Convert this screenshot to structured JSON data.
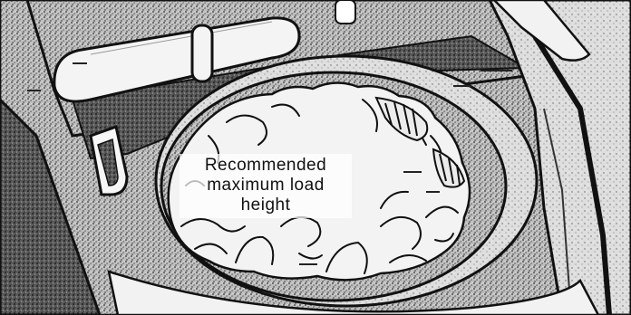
{
  "figure": {
    "illustration": "washing-machine-drum-interior",
    "callout": {
      "lines": [
        "Recommended",
        "maximum load",
        "height"
      ]
    }
  }
}
